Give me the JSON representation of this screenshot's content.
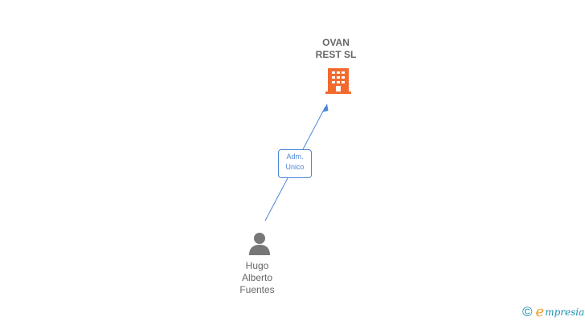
{
  "company": {
    "name_line1": "OVAN",
    "name_line2": "REST SL",
    "icon": "building-icon",
    "color": "#f26a2e"
  },
  "relation": {
    "role_line1": "Adm.",
    "role_line2": "Unico",
    "color": "#4a86d8"
  },
  "person": {
    "name_line1": "Hugo",
    "name_line2": "Alberto",
    "name_line3": "Fuentes",
    "icon": "person-icon",
    "color": "#777777"
  },
  "brand": {
    "copyright_icon": "©",
    "logo_e": "e",
    "logo_text": "mpresia"
  }
}
